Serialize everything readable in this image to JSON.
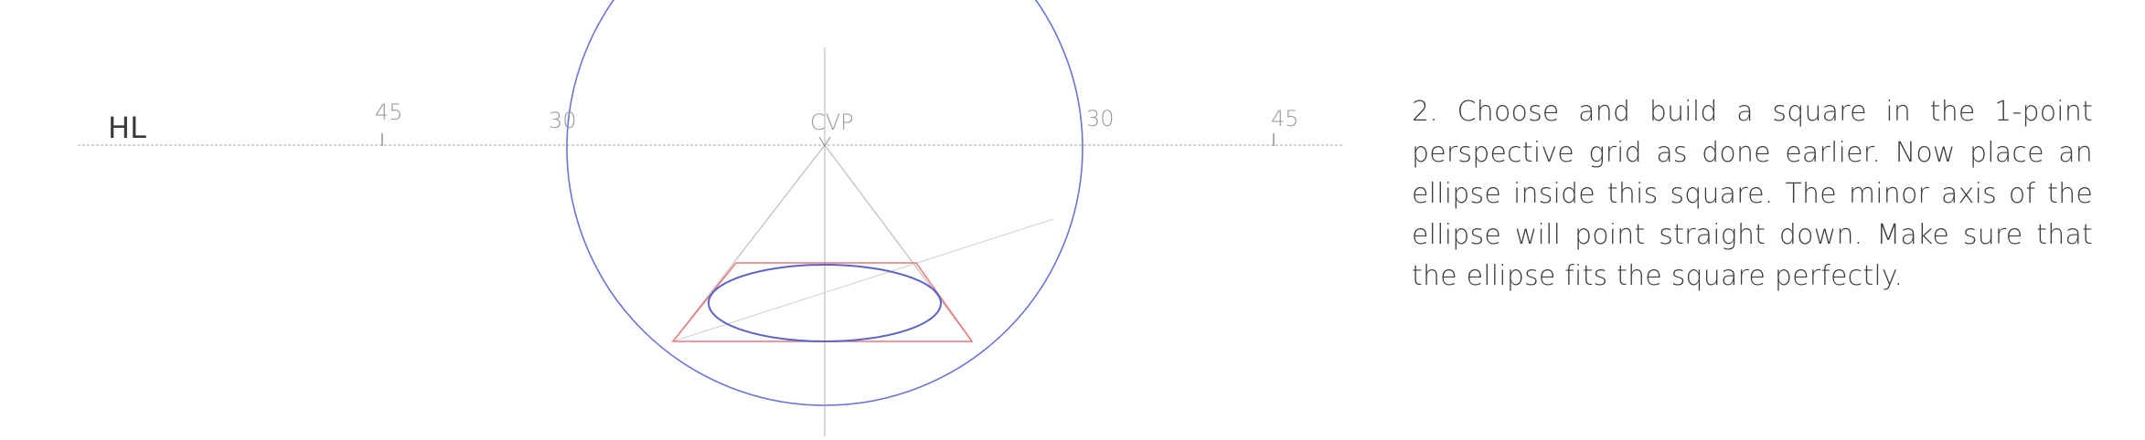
{
  "figure": {
    "labels": {
      "horizon_line": "HL",
      "left_45": "45",
      "left_30": "30",
      "center": "CVP",
      "right_30": "30",
      "right_45": "45"
    },
    "colors": {
      "pencil": "#b5b5b5",
      "circle": "#6b74d6",
      "square": "#e86a6a",
      "ellipse": "#5a63c9"
    }
  },
  "instructions": {
    "text": "2. Choose and build a square in the 1-point perspective grid as done earlier. Now place an ellipse inside this square. The minor axis of the ellipse will point straight down. Make sure that the ellipse fits the square perfectly."
  }
}
